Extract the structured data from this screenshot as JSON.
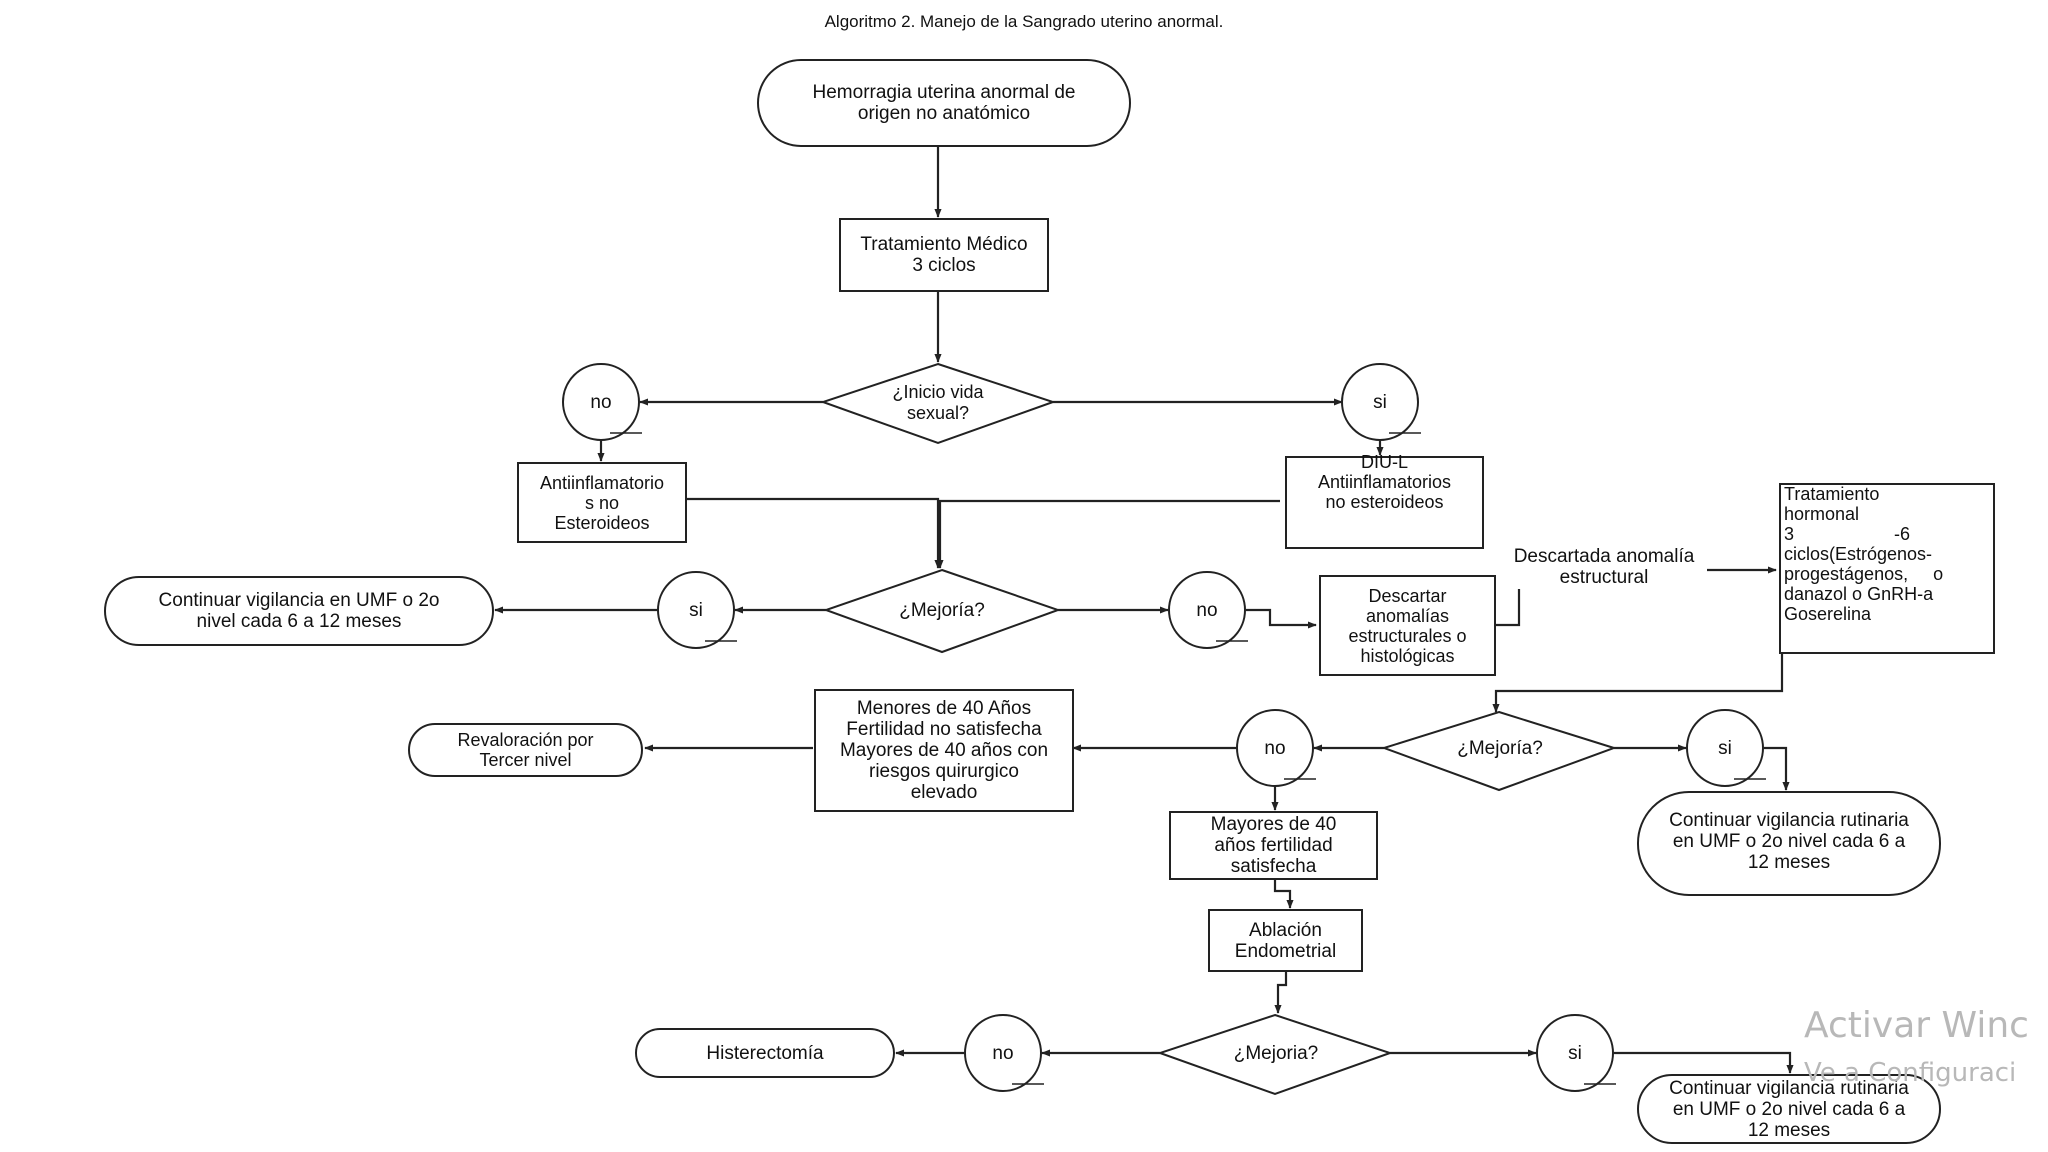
{
  "title": "Algoritmo 2. Manejo de la Sangrado uterino anormal.",
  "nodes": {
    "start": "Hemorragia uterina anormal de\norigen no anatómico",
    "tratamiento_medico": "Tratamiento Médico\n3 ciclos",
    "q_inicio": "¿Inicio vida\nsexual?",
    "no_1": "no",
    "si_1": "si",
    "aines": "Antiinflamatorio\ns no\nEsteroideos",
    "diu": "DIU-L\nAntiinflamatorios\nno esteroideos",
    "q_mejoria_1": "¿Mejoría?",
    "si_2": "si",
    "no_2": "no",
    "continuar_1": "Continuar vigilancia  en UMF o 2o\nnivel cada 6 a 12 meses",
    "descartar": "Descartar\nanomalías\nestructurales o\nhistológicas",
    "descartada_label": "Descartada anomalía\nestructural",
    "tratamiento_hormonal": "Tratamiento\nhormonal\n3                    -6\nciclos(Estrógenos-\nprogestágenos,     o\ndanazol o GnRH-a\nGoserelina",
    "q_mejoria_2": "¿Mejoría?",
    "no_3": "no",
    "si_3": "si",
    "menores": "Menores de 40 Años\nFertilidad no satisfecha\nMayores de 40 años con\nriesgos quirurgico\nelevado",
    "revaloracion": "Revaloración por\nTercer nivel",
    "continuar_2": "Continuar vigilancia rutinaria\nen UMF o 2o nivel cada 6 a\n12 meses",
    "mayores": "Mayores de 40\naños fertilidad\nsatisfecha",
    "ablacion": "Ablación\nEndometrial",
    "q_mejoria_3": "¿Mejoria?",
    "no_4": "no",
    "si_4": "si",
    "histerectomia": "Histerectomía",
    "continuar_3": "Continuar vigilancia rutinaria\nen UMF o 2o nivel cada 6 a\n12 meses"
  },
  "watermark": {
    "line1": "Activar Winc",
    "line2": "Ve a Configuraci"
  }
}
